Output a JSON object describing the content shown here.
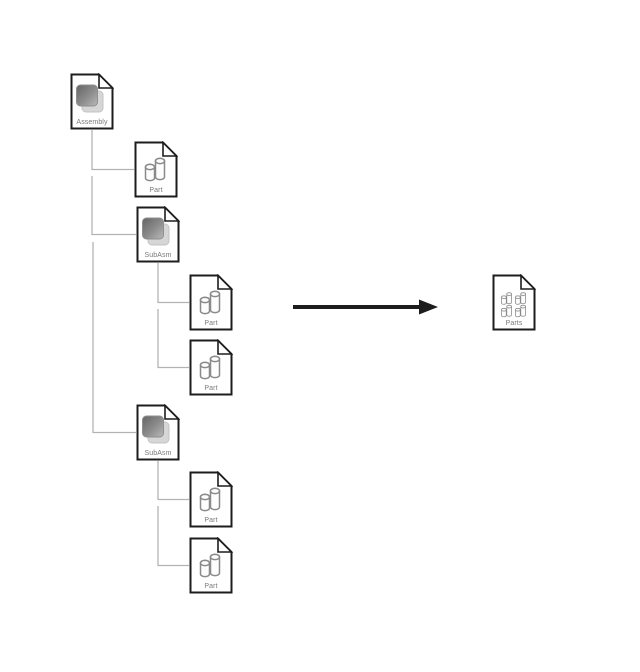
{
  "diagram": {
    "description": "Assembly document tree flattened into a single multi-part document",
    "nodes": {
      "assembly": {
        "label": "Assembly",
        "icon": "assembly-cube-icon"
      },
      "part1": {
        "label": "Part",
        "icon": "part-prisms-icon"
      },
      "subasm1": {
        "label": "SubAsm",
        "icon": "assembly-cube-icon"
      },
      "subasm1_part1": {
        "label": "Part",
        "icon": "part-prisms-icon"
      },
      "subasm1_part2": {
        "label": "Part",
        "icon": "part-prisms-icon"
      },
      "subasm2": {
        "label": "SubAsm",
        "icon": "assembly-cube-icon"
      },
      "subasm2_part1": {
        "label": "Part",
        "icon": "part-prisms-icon"
      },
      "subasm2_part2": {
        "label": "Part",
        "icon": "part-prisms-icon"
      },
      "result": {
        "label": "Parts",
        "icon": "four-parts-grid-icon"
      }
    },
    "edges": [
      {
        "from": "assembly",
        "to": "part1"
      },
      {
        "from": "assembly",
        "to": "subasm1"
      },
      {
        "from": "assembly",
        "to": "subasm2"
      },
      {
        "from": "subasm1",
        "to": "subasm1_part1"
      },
      {
        "from": "subasm1",
        "to": "subasm1_part2"
      },
      {
        "from": "subasm2",
        "to": "subasm2_part1"
      },
      {
        "from": "subasm2",
        "to": "subasm2_part2"
      }
    ],
    "arrow": {
      "from": "assembly-tree",
      "to": "result",
      "direction": "right"
    }
  },
  "colors": {
    "background": "#ffffff",
    "document_outline": "#1d1d1d",
    "connector": "#b3b3b3",
    "glyph_stroke": "#8a8a8a",
    "label_text": "#7a7a7a",
    "arrow": "#1d1d1d",
    "assembly_cube_front": "#787878",
    "assembly_cube_back": "#d6d6d6"
  }
}
